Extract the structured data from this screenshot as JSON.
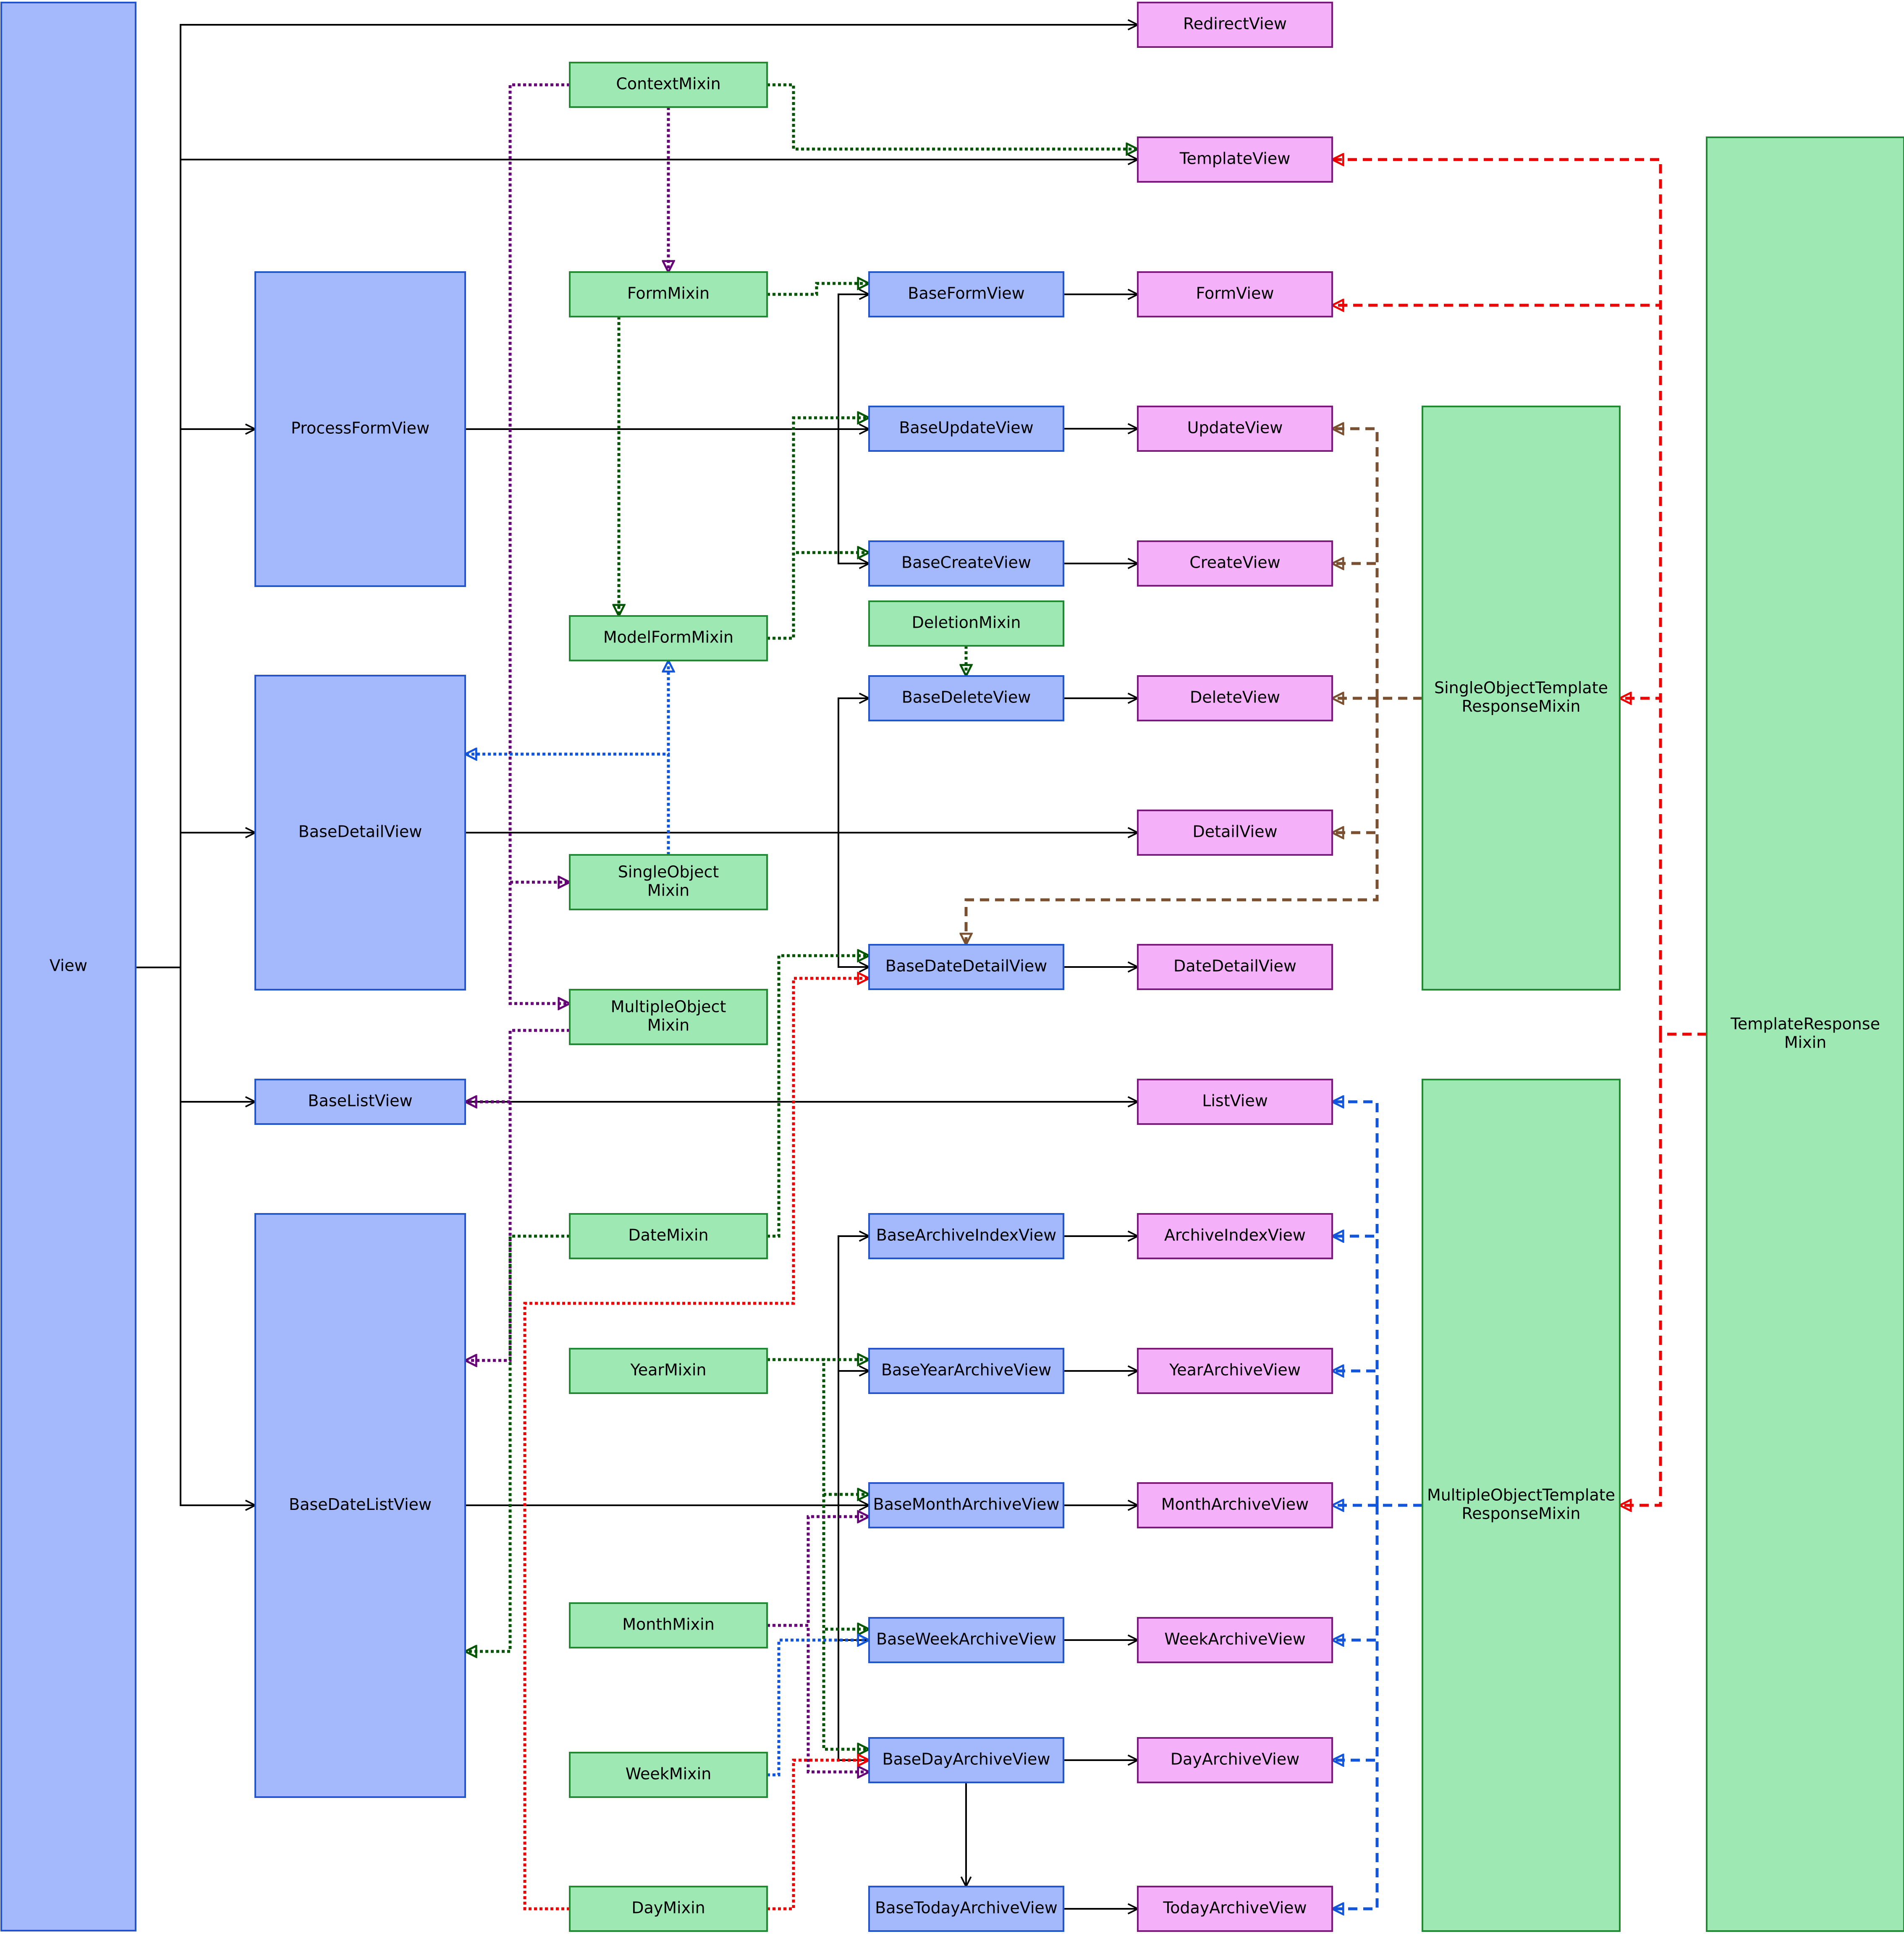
{
  "colors": {
    "blue_fill": "#a4b8fc",
    "blue_stroke": "#2255cc",
    "green_fill": "#9ee8b4",
    "green_stroke": "#228833",
    "pink_fill": "#f4b0f8",
    "pink_stroke": "#7a1a7a",
    "black": "#000000",
    "dark_green": "#005500",
    "purple": "#660077",
    "blue_link": "#1155dd",
    "red": "#ee0000",
    "brown": "#7a5030"
  },
  "nodes": [
    {
      "id": "view",
      "kind": "blue",
      "label": [
        "View"
      ]
    },
    {
      "id": "processformview",
      "kind": "blue",
      "label": [
        "ProcessFormView"
      ]
    },
    {
      "id": "basedetailview",
      "kind": "blue",
      "label": [
        "BaseDetailView"
      ]
    },
    {
      "id": "baselistview",
      "kind": "blue",
      "label": [
        "BaseListView"
      ]
    },
    {
      "id": "basedatelistview",
      "kind": "blue",
      "label": [
        "BaseDateListView"
      ]
    },
    {
      "id": "contextmixin",
      "kind": "green",
      "label": [
        "ContextMixin"
      ]
    },
    {
      "id": "formmixin",
      "kind": "green",
      "label": [
        "FormMixin"
      ]
    },
    {
      "id": "modelformmixin",
      "kind": "green",
      "label": [
        "ModelFormMixin"
      ]
    },
    {
      "id": "singleobjectmixin",
      "kind": "green",
      "label": [
        "SingleObject",
        "Mixin"
      ]
    },
    {
      "id": "multipleobjectmixin",
      "kind": "green",
      "label": [
        "MultipleObject",
        "Mixin"
      ]
    },
    {
      "id": "datemixin",
      "kind": "green",
      "label": [
        "DateMixin"
      ]
    },
    {
      "id": "yearmixin",
      "kind": "green",
      "label": [
        "YearMixin"
      ]
    },
    {
      "id": "monthmixin",
      "kind": "green",
      "label": [
        "MonthMixin"
      ]
    },
    {
      "id": "weekmixin",
      "kind": "green",
      "label": [
        "WeekMixin"
      ]
    },
    {
      "id": "daymixin",
      "kind": "green",
      "label": [
        "DayMixin"
      ]
    },
    {
      "id": "deletionmixin",
      "kind": "green",
      "label": [
        "DeletionMixin"
      ]
    },
    {
      "id": "baseformview",
      "kind": "blue",
      "label": [
        "BaseFormView"
      ]
    },
    {
      "id": "baseupdateview",
      "kind": "blue",
      "label": [
        "BaseUpdateView"
      ]
    },
    {
      "id": "basecreateview",
      "kind": "blue",
      "label": [
        "BaseCreateView"
      ]
    },
    {
      "id": "basedeleteview",
      "kind": "blue",
      "label": [
        "BaseDeleteView"
      ]
    },
    {
      "id": "basedatedetailview",
      "kind": "blue",
      "label": [
        "BaseDateDetailView"
      ]
    },
    {
      "id": "basearchiveindexview",
      "kind": "blue",
      "label": [
        "BaseArchiveIndexView"
      ]
    },
    {
      "id": "baseyeararchiveview",
      "kind": "blue",
      "label": [
        "BaseYearArchiveView"
      ]
    },
    {
      "id": "basemontharchiveview",
      "kind": "blue",
      "label": [
        "BaseMonthArchiveView"
      ]
    },
    {
      "id": "baseweekarchiveview",
      "kind": "blue",
      "label": [
        "BaseWeekArchiveView"
      ]
    },
    {
      "id": "basedayarchiveview",
      "kind": "blue",
      "label": [
        "BaseDayArchiveView"
      ]
    },
    {
      "id": "basetodayarchiveview",
      "kind": "blue",
      "label": [
        "BaseTodayArchiveView"
      ]
    },
    {
      "id": "redirectview",
      "kind": "pink",
      "label": [
        "RedirectView"
      ]
    },
    {
      "id": "templateview",
      "kind": "pink",
      "label": [
        "TemplateView"
      ]
    },
    {
      "id": "formview",
      "kind": "pink",
      "label": [
        "FormView"
      ]
    },
    {
      "id": "updateview",
      "kind": "pink",
      "label": [
        "UpdateView"
      ]
    },
    {
      "id": "createview",
      "kind": "pink",
      "label": [
        "CreateView"
      ]
    },
    {
      "id": "deleteview",
      "kind": "pink",
      "label": [
        "DeleteView"
      ]
    },
    {
      "id": "detailview",
      "kind": "pink",
      "label": [
        "DetailView"
      ]
    },
    {
      "id": "datedetailview",
      "kind": "pink",
      "label": [
        "DateDetailView"
      ]
    },
    {
      "id": "listview",
      "kind": "pink",
      "label": [
        "ListView"
      ]
    },
    {
      "id": "archiveindexview",
      "kind": "pink",
      "label": [
        "ArchiveIndexView"
      ]
    },
    {
      "id": "yeararchiveview",
      "kind": "pink",
      "label": [
        "YearArchiveView"
      ]
    },
    {
      "id": "montharchiveview",
      "kind": "pink",
      "label": [
        "MonthArchiveView"
      ]
    },
    {
      "id": "weekarchiveview",
      "kind": "pink",
      "label": [
        "WeekArchiveView"
      ]
    },
    {
      "id": "dayarchiveview",
      "kind": "pink",
      "label": [
        "DayArchiveView"
      ]
    },
    {
      "id": "todayarchiveview",
      "kind": "pink",
      "label": [
        "TodayArchiveView"
      ]
    },
    {
      "id": "singleobjecttemplateresponsemixin",
      "kind": "green",
      "label": [
        "SingleObjectTemplate",
        "ResponseMixin"
      ]
    },
    {
      "id": "multipleobjecttemplateresponsemixin",
      "kind": "green",
      "label": [
        "MultipleObjectTemplate",
        "ResponseMixin"
      ]
    },
    {
      "id": "templateresponsemixin",
      "kind": "green",
      "label": [
        "TemplateResponse",
        "Mixin"
      ]
    }
  ],
  "edges": [
    {
      "from": "view",
      "to": "redirectview",
      "style": "solid"
    },
    {
      "from": "view",
      "to": "templateview",
      "style": "solid"
    },
    {
      "from": "view",
      "to": "processformview",
      "style": "solid"
    },
    {
      "from": "view",
      "to": "basedetailview",
      "style": "solid"
    },
    {
      "from": "view",
      "to": "baselistview",
      "style": "solid"
    },
    {
      "from": "view",
      "to": "basedatelistview",
      "style": "solid"
    },
    {
      "from": "processformview",
      "to": "baseformview",
      "style": "solid"
    },
    {
      "from": "processformview",
      "to": "baseupdateview",
      "style": "solid"
    },
    {
      "from": "processformview",
      "to": "basecreateview",
      "style": "solid"
    },
    {
      "from": "basedetailview",
      "to": "basedeleteview",
      "style": "solid"
    },
    {
      "from": "basedetailview",
      "to": "detailview",
      "style": "solid"
    },
    {
      "from": "basedetailview",
      "to": "basedatedetailview",
      "style": "solid"
    },
    {
      "from": "baselistview",
      "to": "listview",
      "style": "solid"
    },
    {
      "from": "basedatelistview",
      "to": "basearchiveindexview",
      "style": "solid"
    },
    {
      "from": "basedatelistview",
      "to": "baseyeararchiveview",
      "style": "solid"
    },
    {
      "from": "basedatelistview",
      "to": "basemontharchiveview",
      "style": "solid"
    },
    {
      "from": "basedatelistview",
      "to": "baseweekarchiveview",
      "style": "solid"
    },
    {
      "from": "basedatelistview",
      "to": "basedayarchiveview",
      "style": "solid"
    },
    {
      "from": "basedayarchiveview",
      "to": "basetodayarchiveview",
      "style": "solid"
    },
    {
      "from": "baseformview",
      "to": "formview",
      "style": "solid"
    },
    {
      "from": "baseupdateview",
      "to": "updateview",
      "style": "solid"
    },
    {
      "from": "basecreateview",
      "to": "createview",
      "style": "solid"
    },
    {
      "from": "basedeleteview",
      "to": "deleteview",
      "style": "solid"
    },
    {
      "from": "basedatedetailview",
      "to": "datedetailview",
      "style": "solid"
    },
    {
      "from": "basearchiveindexview",
      "to": "archiveindexview",
      "style": "solid"
    },
    {
      "from": "baseyeararchiveview",
      "to": "yeararchiveview",
      "style": "solid"
    },
    {
      "from": "basemontharchiveview",
      "to": "montharchiveview",
      "style": "solid"
    },
    {
      "from": "baseweekarchiveview",
      "to": "weekarchiveview",
      "style": "solid"
    },
    {
      "from": "basedayarchiveview",
      "to": "dayarchiveview",
      "style": "solid"
    },
    {
      "from": "basetodayarchiveview",
      "to": "todayarchiveview",
      "style": "solid"
    },
    {
      "from": "contextmixin",
      "to": "templateview",
      "style": "dotted-green"
    },
    {
      "from": "contextmixin",
      "to": "formmixin",
      "style": "dotted-purple"
    },
    {
      "from": "contextmixin",
      "to": "singleobjectmixin",
      "style": "dotted-purple"
    },
    {
      "from": "contextmixin",
      "to": "multipleobjectmixin",
      "style": "dotted-purple"
    },
    {
      "from": "formmixin",
      "to": "baseformview",
      "style": "dotted-green"
    },
    {
      "from": "formmixin",
      "to": "modelformmixin",
      "style": "dotted-green"
    },
    {
      "from": "modelformmixin",
      "to": "baseupdateview",
      "style": "dotted-green"
    },
    {
      "from": "modelformmixin",
      "to": "basecreateview",
      "style": "dotted-green"
    },
    {
      "from": "singleobjectmixin",
      "to": "modelformmixin",
      "style": "dotted-blue"
    },
    {
      "from": "singleobjectmixin",
      "to": "basedetailview",
      "style": "dotted-blue"
    },
    {
      "from": "deletionmixin",
      "to": "basedeleteview",
      "style": "dotted-green"
    },
    {
      "from": "multipleobjectmixin",
      "to": "baselistview",
      "style": "dotted-purple"
    },
    {
      "from": "multipleobjectmixin",
      "to": "basedatelistview",
      "style": "dotted-purple"
    },
    {
      "from": "datemixin",
      "to": "basedatedetailview",
      "style": "dotted-green"
    },
    {
      "from": "datemixin",
      "to": "basedatelistview",
      "style": "dotted-green"
    },
    {
      "from": "yearmixin",
      "to": "baseyeararchiveview",
      "style": "dotted-green"
    },
    {
      "from": "yearmixin",
      "to": "basemontharchiveview",
      "style": "dotted-green"
    },
    {
      "from": "yearmixin",
      "to": "baseweekarchiveview",
      "style": "dotted-green"
    },
    {
      "from": "yearmixin",
      "to": "basedayarchiveview",
      "style": "dotted-green"
    },
    {
      "from": "monthmixin",
      "to": "basemontharchiveview",
      "style": "dotted-purple"
    },
    {
      "from": "monthmixin",
      "to": "basedayarchiveview",
      "style": "dotted-purple"
    },
    {
      "from": "weekmixin",
      "to": "baseweekarchiveview",
      "style": "dotted-blue"
    },
    {
      "from": "daymixin",
      "to": "basedatedetailview",
      "style": "dotted-red"
    },
    {
      "from": "daymixin",
      "to": "basedayarchiveview",
      "style": "dotted-red"
    },
    {
      "from": "templateresponsemixin",
      "to": "templateview",
      "style": "dashed-red"
    },
    {
      "from": "templateresponsemixin",
      "to": "formview",
      "style": "dashed-red"
    },
    {
      "from": "templateresponsemixin",
      "to": "singleobjecttemplateresponsemixin",
      "style": "dashed-red"
    },
    {
      "from": "templateresponsemixin",
      "to": "multipleobjecttemplateresponsemixin",
      "style": "dashed-red"
    },
    {
      "from": "singleobjecttemplateresponsemixin",
      "to": "updateview",
      "style": "dashed-brown"
    },
    {
      "from": "singleobjecttemplateresponsemixin",
      "to": "createview",
      "style": "dashed-brown"
    },
    {
      "from": "singleobjecttemplateresponsemixin",
      "to": "deleteview",
      "style": "dashed-brown"
    },
    {
      "from": "singleobjecttemplateresponsemixin",
      "to": "detailview",
      "style": "dashed-brown"
    },
    {
      "from": "singleobjecttemplateresponsemixin",
      "to": "basedatedetailview",
      "style": "dashed-brown"
    },
    {
      "from": "multipleobjecttemplateresponsemixin",
      "to": "listview",
      "style": "dashed-blue"
    },
    {
      "from": "multipleobjecttemplateresponsemixin",
      "to": "archiveindexview",
      "style": "dashed-blue"
    },
    {
      "from": "multipleobjecttemplateresponsemixin",
      "to": "yeararchiveview",
      "style": "dashed-blue"
    },
    {
      "from": "multipleobjecttemplateresponsemixin",
      "to": "montharchiveview",
      "style": "dashed-blue"
    },
    {
      "from": "multipleobjecttemplateresponsemixin",
      "to": "weekarchiveview",
      "style": "dashed-blue"
    },
    {
      "from": "multipleobjecttemplateresponsemixin",
      "to": "dayarchiveview",
      "style": "dashed-blue"
    },
    {
      "from": "multipleobjecttemplateresponsemixin",
      "to": "todayarchiveview",
      "style": "dashed-blue"
    }
  ]
}
